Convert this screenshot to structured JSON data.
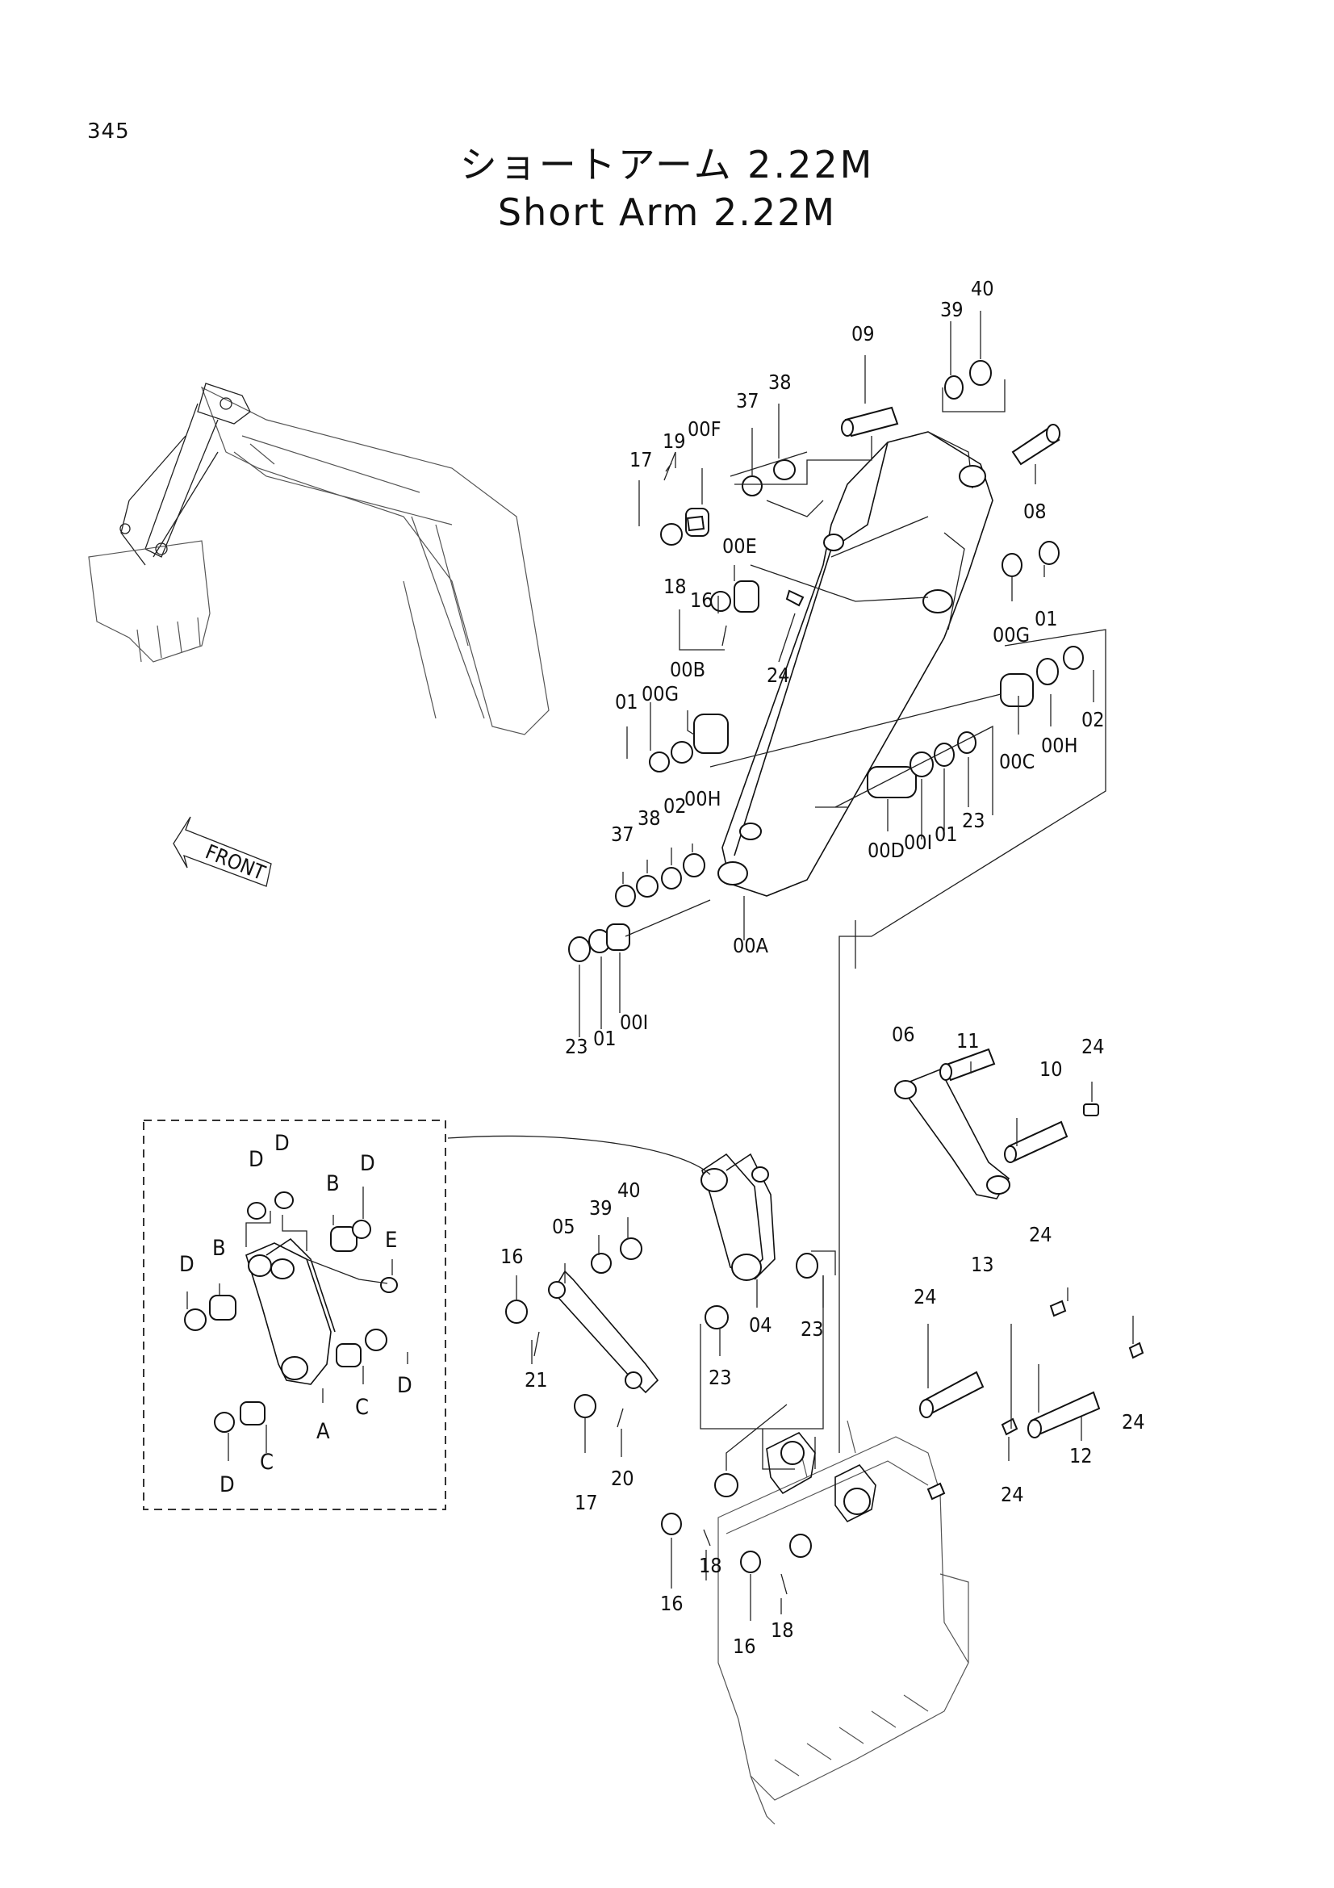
{
  "page_number": "345",
  "title_jp": "ショートアーム 2.22M",
  "title_en": "Short Arm 2.22M",
  "direction_marker": "FRONT",
  "part_labels": {
    "p09": "09",
    "p39": "39",
    "p40": "40",
    "p37": "37",
    "p38": "38",
    "p19": "19",
    "p00F": "00F",
    "p17": "17",
    "p08": "08",
    "p00E": "00E",
    "p16": "16",
    "p18": "18",
    "p24": "24",
    "p00G": "00G",
    "p01": "01",
    "p00B": "00B",
    "p02": "02",
    "p00H": "00H",
    "p00C": "00C",
    "p23": "23",
    "p00I": "00I",
    "p00D": "00D",
    "p00A": "00A",
    "p11": "11",
    "p06": "06",
    "p10": "10",
    "p05": "05",
    "p04": "04",
    "p21": "21",
    "p20": "20",
    "p13": "13",
    "p12": "12"
  },
  "detail_labels": {
    "A": "A",
    "B": "B",
    "C": "C",
    "D": "D",
    "E": "E"
  }
}
